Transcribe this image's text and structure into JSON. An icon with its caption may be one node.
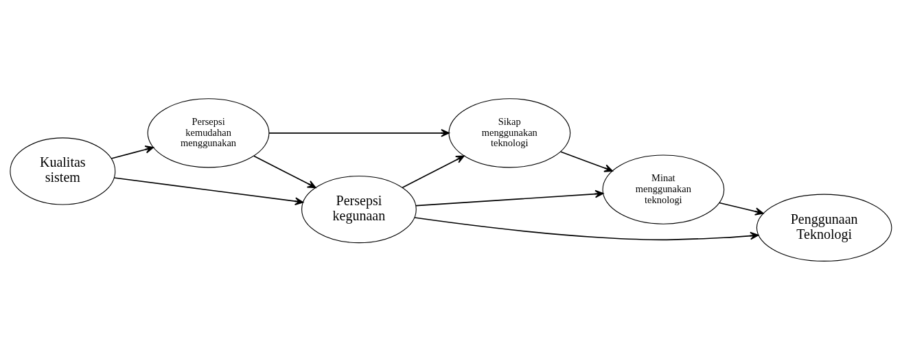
{
  "diagram": {
    "nodes": [
      {
        "text": [
          "Persepsi kegunaan"
        ]
      },
      {
        "text": [
          "Kualitas sistem"
        ]
      },
      {
        "text": [
          "Sikap menggunakan teknologi"
        ]
      },
      {
        "text": [
          "Minat menggunakan teknologi"
        ]
      },
      {
        "text": [
          "Penggunaan Teknologi"
        ]
      },
      {
        "text": [
          "Persepsi kemudahan menggunakan"
        ]
      }
    ],
    "edges": [
      {
        "from": 1,
        "to": 0,
        "arrow": "to"
      },
      {
        "from": 1,
        "to": 5,
        "arrow": "to"
      },
      {
        "from": 5,
        "to": 0,
        "arrow": "to"
      },
      {
        "from": 5,
        "to": 2,
        "arrow": "to"
      },
      {
        "from": 0,
        "to": 2,
        "arrow": "to"
      },
      {
        "from": 0,
        "to": 3,
        "arrow": "to"
      },
      {
        "from": 0,
        "to": 4,
        "arrow": "to"
      },
      {
        "from": 2,
        "to": 3,
        "arrow": "to"
      },
      {
        "from": 3,
        "to": 4,
        "arrow": "to"
      }
    ]
  }
}
